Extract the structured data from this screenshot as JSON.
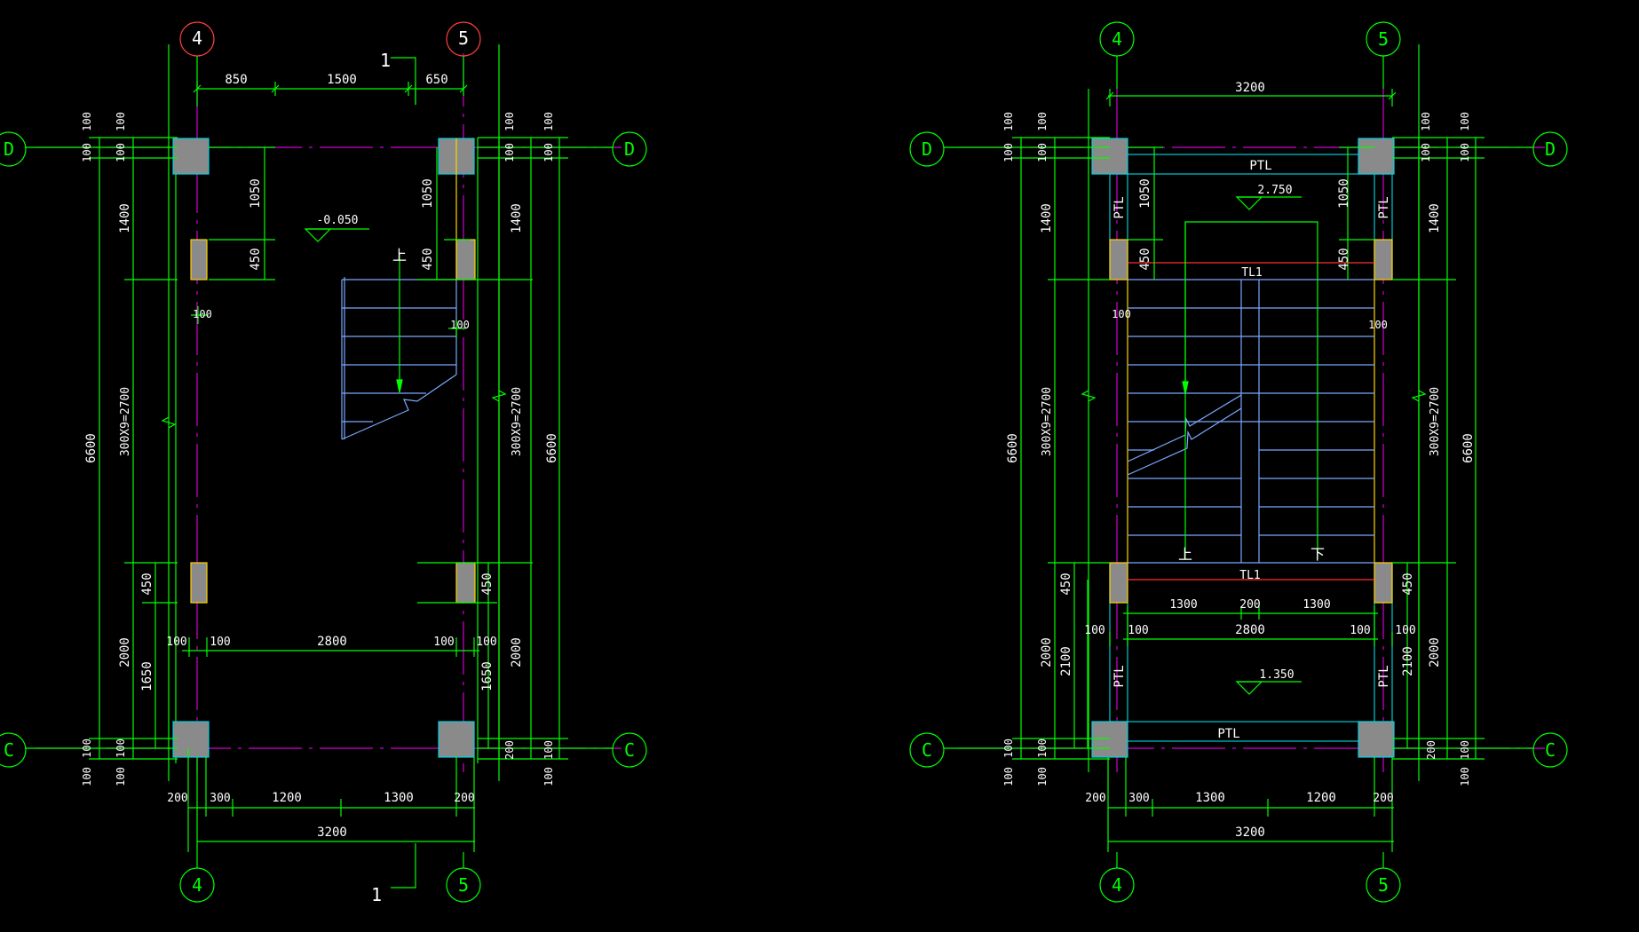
{
  "colors": {
    "background": "#000000",
    "dimension": "#00ff00",
    "axis_line": "#d000d0",
    "wall": "#00c8d0",
    "stair": "#7aa8ff",
    "column_fill": "#8a8a8a",
    "column_edge": "#00d0e0",
    "yellow_edge": "#ffd400",
    "red_circle": "#ff4040",
    "red_line": "#ff3030",
    "text": "#ffffff"
  },
  "axis_labels": {
    "four": "4",
    "five": "5",
    "d": "D",
    "c": "C"
  },
  "section_mark": "1",
  "left_plan": {
    "top_dims": [
      "850",
      "1500",
      "650"
    ],
    "elevation": "-0.050",
    "up_mark": "上",
    "left_dims": {
      "overall": "6600",
      "steps": "300X9=2700",
      "upper_a": "1400",
      "lower_a": "2000",
      "upper_b": "1050",
      "upper_c": "450",
      "lower_b": "450",
      "lower_c": "1650",
      "small_a": "100",
      "small_b": "100"
    },
    "right_dims": {
      "overall": "6600",
      "steps": "300X9=2700",
      "upper_a": "1400",
      "lower_a": "2000",
      "upper_b": "1050",
      "upper_c": "450",
      "lower_b": "450",
      "lower_c": "1650",
      "small_a": "100",
      "small_b": "100",
      "small_c": "200"
    },
    "inner_dims": [
      "100",
      "100",
      "2800",
      "100",
      "100"
    ],
    "wall_marks": [
      "100",
      "100"
    ],
    "bottom_dims": [
      "200",
      "300",
      "1200",
      "1300",
      "200"
    ],
    "bottom_total": "3200"
  },
  "right_plan": {
    "top_total": "3200",
    "beams": {
      "ptl_top": "PTL",
      "ptl_bottom": "PTL",
      "ptl_left_upper": "PTL",
      "ptl_right_upper": "PTL",
      "ptl_left_lower": "PTL",
      "ptl_right_lower": "PTL",
      "tl1_top": "TL1",
      "tl1_bottom": "TL1"
    },
    "elevation_top": "2.750",
    "elevation_bottom": "1.350",
    "up_mark": "上",
    "down_mark": "下",
    "left_dims": {
      "overall": "6600",
      "steps": "300X9=2700",
      "upper_a": "1400",
      "lower_a": "2000",
      "lower_b": "2100",
      "upper_b": "1050",
      "upper_c": "450",
      "lower_c": "450",
      "small_a": "100",
      "small_b": "100"
    },
    "right_dims": {
      "overall": "6600",
      "steps": "300X9=2700",
      "upper_a": "1400",
      "lower_a": "2000",
      "lower_b": "2100",
      "upper_b": "1050",
      "upper_c": "450",
      "lower_c": "450",
      "small_a": "100",
      "small_b": "100",
      "small_c": "200"
    },
    "landing_dims": [
      "1300",
      "200",
      "1300"
    ],
    "inner_dims": [
      "100",
      "100",
      "2800",
      "100",
      "100"
    ],
    "wall_marks": [
      "100",
      "100"
    ],
    "bottom_dims": [
      "200",
      "300",
      "1300",
      "1200",
      "200"
    ],
    "bottom_total": "3200"
  }
}
